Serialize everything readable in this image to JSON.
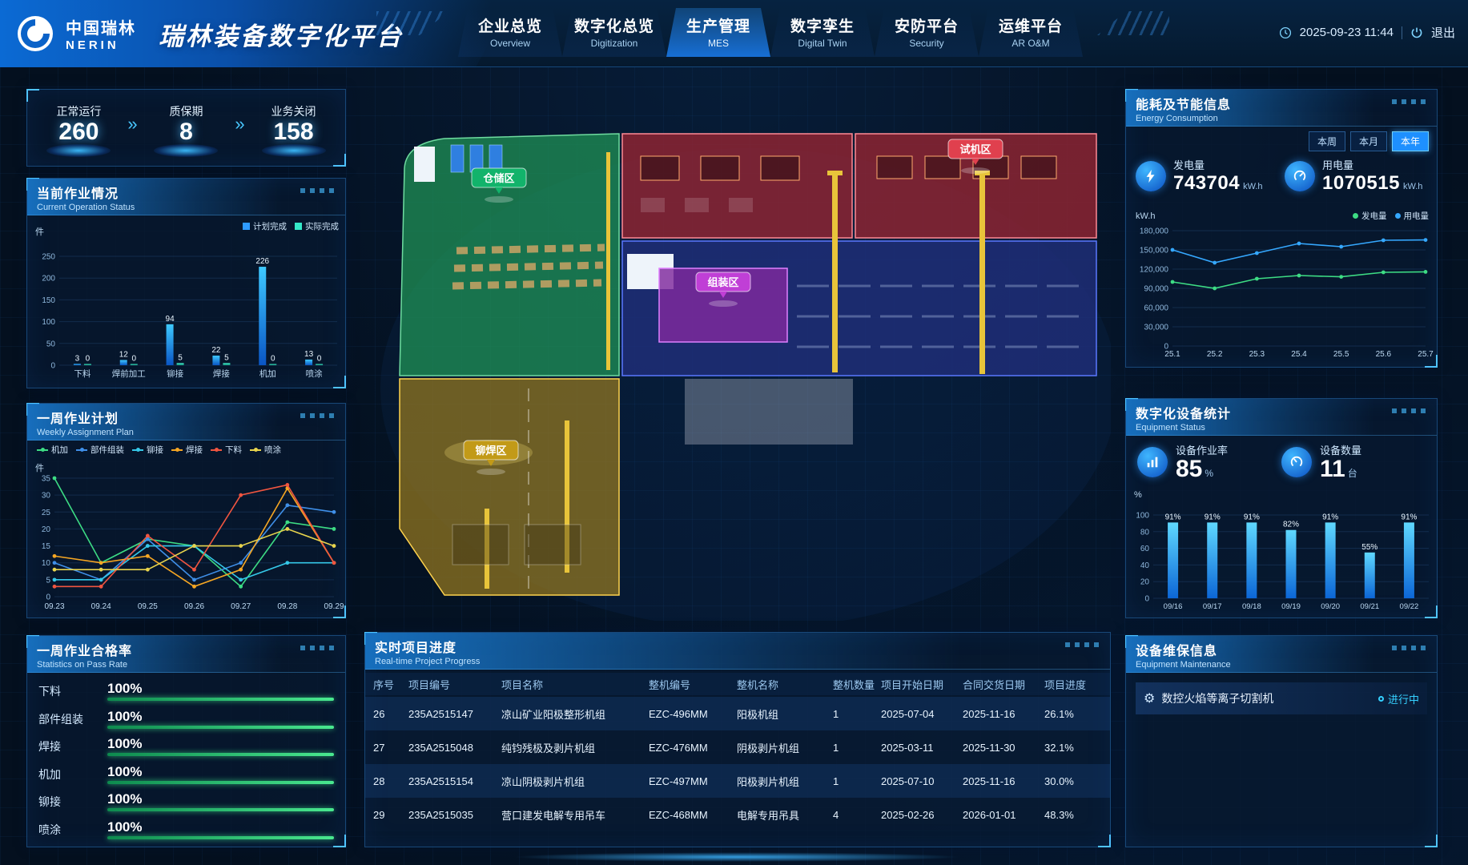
{
  "meta": {
    "datetime": "2025-09-23 11:44",
    "logout": "退出"
  },
  "brand": {
    "company_cn": "中国瑞林",
    "company_en": "NERIN",
    "title": "瑞林装备数字化平台"
  },
  "nav": {
    "tabs": [
      {
        "cn": "企业总览",
        "en": "Overview",
        "active": false
      },
      {
        "cn": "数字化总览",
        "en": "Digitization",
        "active": false
      },
      {
        "cn": "生产管理",
        "en": "MES",
        "active": true
      },
      {
        "cn": "数字孪生",
        "en": "Digital Twin",
        "active": false
      },
      {
        "cn": "安防平台",
        "en": "Security",
        "active": false
      },
      {
        "cn": "运维平台",
        "en": "AR O&M",
        "active": false
      }
    ]
  },
  "status_cards": [
    {
      "label": "正常运行",
      "value": "260"
    },
    {
      "label": "质保期",
      "value": "8"
    },
    {
      "label": "业务关闭",
      "value": "158"
    }
  ],
  "panels": {
    "current_ops": {
      "title": "当前作业情况",
      "subtitle": "Current Operation Status",
      "unit": "件"
    },
    "weekly_plan": {
      "title": "一周作业计划",
      "subtitle": "Weekly Assignment Plan",
      "unit": "件"
    },
    "pass_rate": {
      "title": "一周作业合格率",
      "subtitle": "Statistics on Pass Rate",
      "rows": [
        {
          "label": "下料",
          "value": "100%"
        },
        {
          "label": "部件组装",
          "value": "100%"
        },
        {
          "label": "焊接",
          "value": "100%"
        },
        {
          "label": "机加",
          "value": "100%"
        },
        {
          "label": "铆接",
          "value": "100%"
        },
        {
          "label": "喷涂",
          "value": "100%"
        }
      ]
    },
    "project_progress": {
      "title": "实时项目进度",
      "subtitle": "Real-time Project Progress",
      "columns": [
        "序号",
        "项目编号",
        "项目名称",
        "整机编号",
        "整机名称",
        "整机数量",
        "项目开始日期",
        "合同交货日期",
        "项目进度"
      ],
      "rows": [
        [
          "26",
          "235A2515147",
          "凉山矿业阳极整形机组",
          "EZC-496MM",
          "阳极机组",
          "1",
          "2025-07-04",
          "2025-11-16",
          "26.1%"
        ],
        [
          "27",
          "235A2515048",
          "纯钧残极及剥片机组",
          "EZC-476MM",
          "阴极剥片机组",
          "1",
          "2025-03-11",
          "2025-11-30",
          "32.1%"
        ],
        [
          "28",
          "235A2515154",
          "凉山阴极剥片机组",
          "EZC-497MM",
          "阳极剥片机组",
          "1",
          "2025-07-10",
          "2025-11-16",
          "30.0%"
        ],
        [
          "29",
          "235A2515035",
          "营口建发电解专用吊车",
          "EZC-468MM",
          "电解专用吊具",
          "4",
          "2025-02-26",
          "2026-01-01",
          "48.3%"
        ]
      ]
    },
    "energy": {
      "title": "能耗及节能信息",
      "subtitle": "Energy Consumption",
      "tabs": [
        "本周",
        "本月",
        "本年"
      ],
      "active_tab": 2,
      "gen_label": "发电量",
      "gen_value": "743704",
      "gen_unit": "kW.h",
      "use_label": "用电量",
      "use_value": "1070515",
      "use_unit": "kW.h"
    },
    "equipment": {
      "title": "数字化设备统计",
      "subtitle": "Equipment Status",
      "rate_label": "设备作业率",
      "rate_value": "85",
      "rate_unit": "%",
      "count_label": "设备数量",
      "count_value": "11",
      "count_unit": "台"
    },
    "maintenance": {
      "title": "设备维保信息",
      "subtitle": "Equipment Maintenance",
      "item": "数控火焰等离子切割机",
      "status": "进行中"
    }
  },
  "map": {
    "zones": [
      {
        "label": "仓储区",
        "color": "#12b36b"
      },
      {
        "label": "组装区",
        "color": "#c03fd6"
      },
      {
        "label": "试机区",
        "color": "#e0404e"
      },
      {
        "label": "铆焊区",
        "color": "#c29a18"
      }
    ]
  },
  "colors": {
    "accent": "#35c8ff",
    "bar_blue": "#2e9bff",
    "bar_teal": "#35e8c8",
    "pass_green": "#3ce88f",
    "status_cyan": "#35d0ff"
  },
  "chart_data": [
    {
      "id": "current_ops",
      "type": "bar",
      "title": "当前作业情况",
      "unit": "件",
      "categories": [
        "下料",
        "焊前加工",
        "铆接",
        "焊接",
        "机加",
        "喷涂"
      ],
      "series": [
        {
          "name": "计划完成",
          "color": "#2e9bff",
          "values": [
            3,
            12,
            94,
            22,
            226,
            13
          ]
        },
        {
          "name": "实际完成",
          "color": "#35e8c8",
          "values": [
            0,
            0,
            5,
            5,
            0,
            0
          ]
        }
      ],
      "ylim": [
        0,
        250
      ],
      "ytick_step": 50
    },
    {
      "id": "weekly_plan",
      "type": "line",
      "title": "一周作业计划",
      "unit": "件",
      "x": [
        "09.23",
        "09.24",
        "09.25",
        "09.26",
        "09.27",
        "09.28",
        "09.29"
      ],
      "series": [
        {
          "name": "机加",
          "color": "#3ddc84",
          "values": [
            35,
            10,
            17,
            15,
            3,
            22,
            20
          ]
        },
        {
          "name": "部件组装",
          "color": "#3f8fe8",
          "values": [
            10,
            5,
            17,
            5,
            10,
            27,
            25
          ]
        },
        {
          "name": "铆接",
          "color": "#35c8e8",
          "values": [
            5,
            5,
            15,
            15,
            5,
            10,
            10
          ]
        },
        {
          "name": "焊接",
          "color": "#f5a623",
          "values": [
            12,
            10,
            12,
            3,
            8,
            32,
            10
          ]
        },
        {
          "name": "下料",
          "color": "#f05540",
          "values": [
            3,
            3,
            18,
            8,
            30,
            33,
            10
          ]
        },
        {
          "name": "喷涂",
          "color": "#e8d44d",
          "values": [
            8,
            8,
            8,
            15,
            15,
            20,
            15
          ]
        }
      ],
      "ylim": [
        0,
        35
      ],
      "ytick_step": 5
    },
    {
      "id": "energy",
      "type": "line",
      "title": "能耗及节能信息",
      "unit": "kW.h",
      "x": [
        "25.1",
        "25.2",
        "25.3",
        "25.4",
        "25.5",
        "25.6",
        "25.7"
      ],
      "series": [
        {
          "name": "发电量",
          "color": "#3ddc84",
          "values": [
            100000,
            90000,
            105000,
            110000,
            108000,
            115000,
            115704
          ]
        },
        {
          "name": "用电量",
          "color": "#35a8ff",
          "values": [
            150000,
            130000,
            145000,
            160000,
            155000,
            165000,
            165515
          ]
        }
      ],
      "ylim": [
        0,
        180000
      ],
      "ytick_step": 30000
    },
    {
      "id": "equipment",
      "type": "bar",
      "title": "数字化设备统计",
      "unit": "%",
      "categories": [
        "09/16",
        "09/17",
        "09/18",
        "09/19",
        "09/20",
        "09/21",
        "09/22"
      ],
      "values": [
        91,
        91,
        91,
        82,
        91,
        55,
        91
      ],
      "labels": [
        "91%",
        "91%",
        "91%",
        "82%",
        "91%",
        "55%",
        "91%"
      ],
      "ylim": [
        0,
        100
      ],
      "ytick_step": 20
    }
  ]
}
